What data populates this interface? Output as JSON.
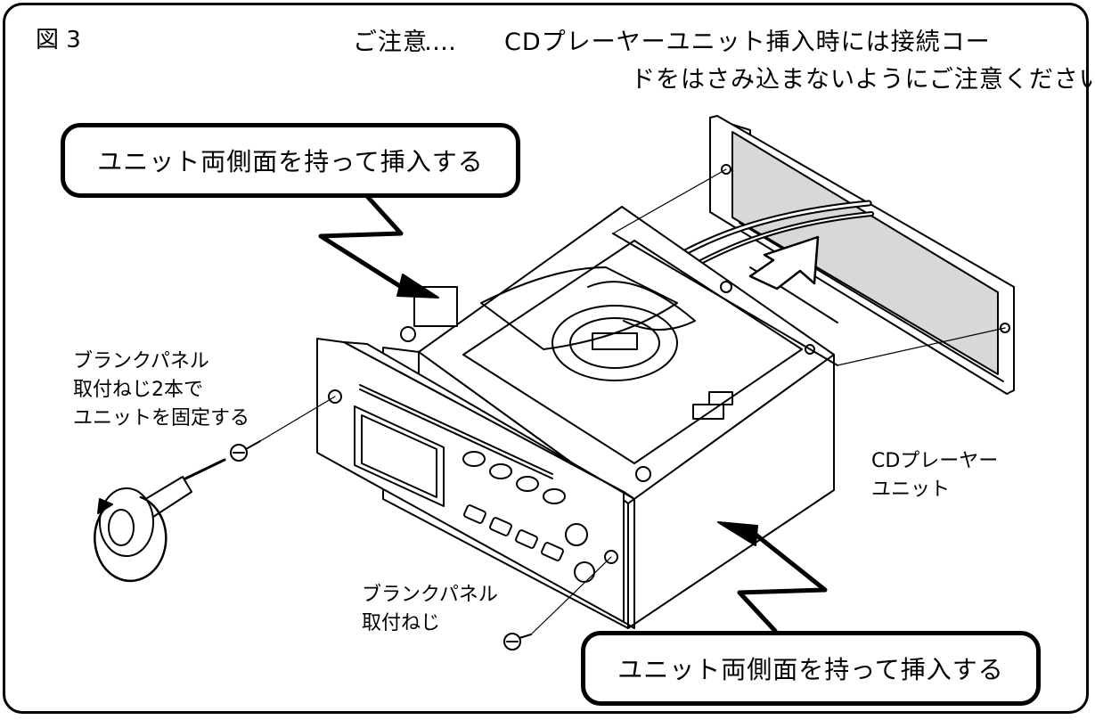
{
  "figure_label": "図 3",
  "caution": {
    "title": "ご注意",
    "dots": "‥‥",
    "line1": "CDプレーヤーユニット挿入時には接続コー",
    "line2": "ドをはさみ込まないようにご注意ください。"
  },
  "callouts": {
    "top": "ユニット両側面を持って挿入する",
    "bottom": "ユニット両側面を持って挿入する"
  },
  "labels": {
    "blank_panel_two_screws": [
      "ブランクパネル",
      "取付ねじ2本で",
      "ユニットを固定する"
    ],
    "blank_panel_screw": [
      "ブランクパネル",
      "取付ねじ"
    ],
    "cd_unit": [
      "CDプレーヤー",
      "ユニット"
    ]
  },
  "icons": [
    "screwdriver-icon",
    "screw-icon",
    "rotation-arrow-icon",
    "push-arrow-icon"
  ],
  "colors": {
    "line": "#000000",
    "shade": "#d8d8d8",
    "background": "#ffffff"
  }
}
